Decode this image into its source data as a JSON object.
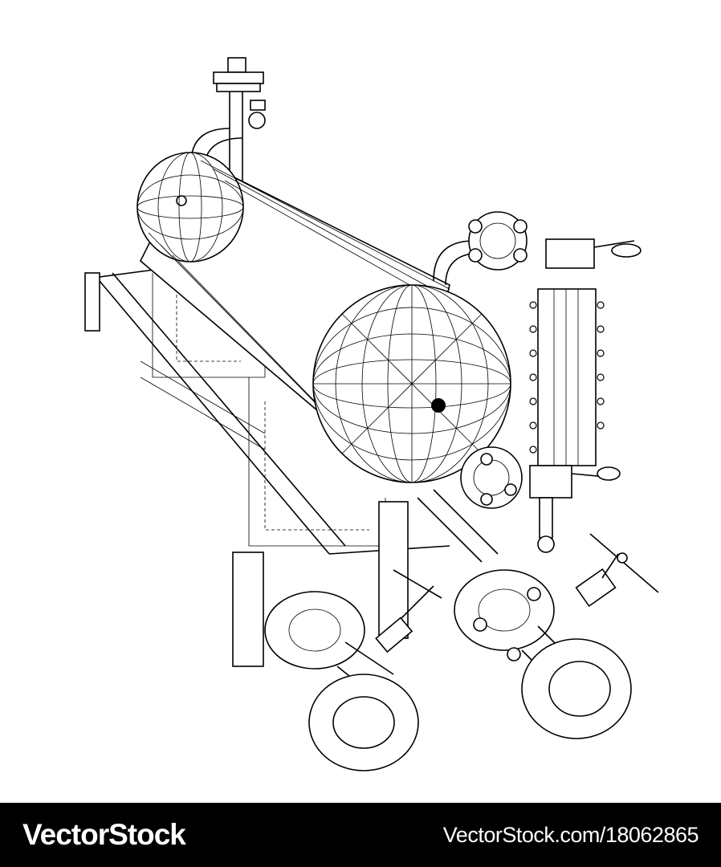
{
  "illustration": {
    "subject": "wireframe-pressure-vessel-with-valves",
    "line_color": "#000000",
    "background_color": "#ffffff"
  },
  "watermark": {
    "brand": "VectorStock",
    "url": "VectorStock.com/18062865",
    "bar_color": "#000000",
    "text_color": "#ffffff"
  }
}
